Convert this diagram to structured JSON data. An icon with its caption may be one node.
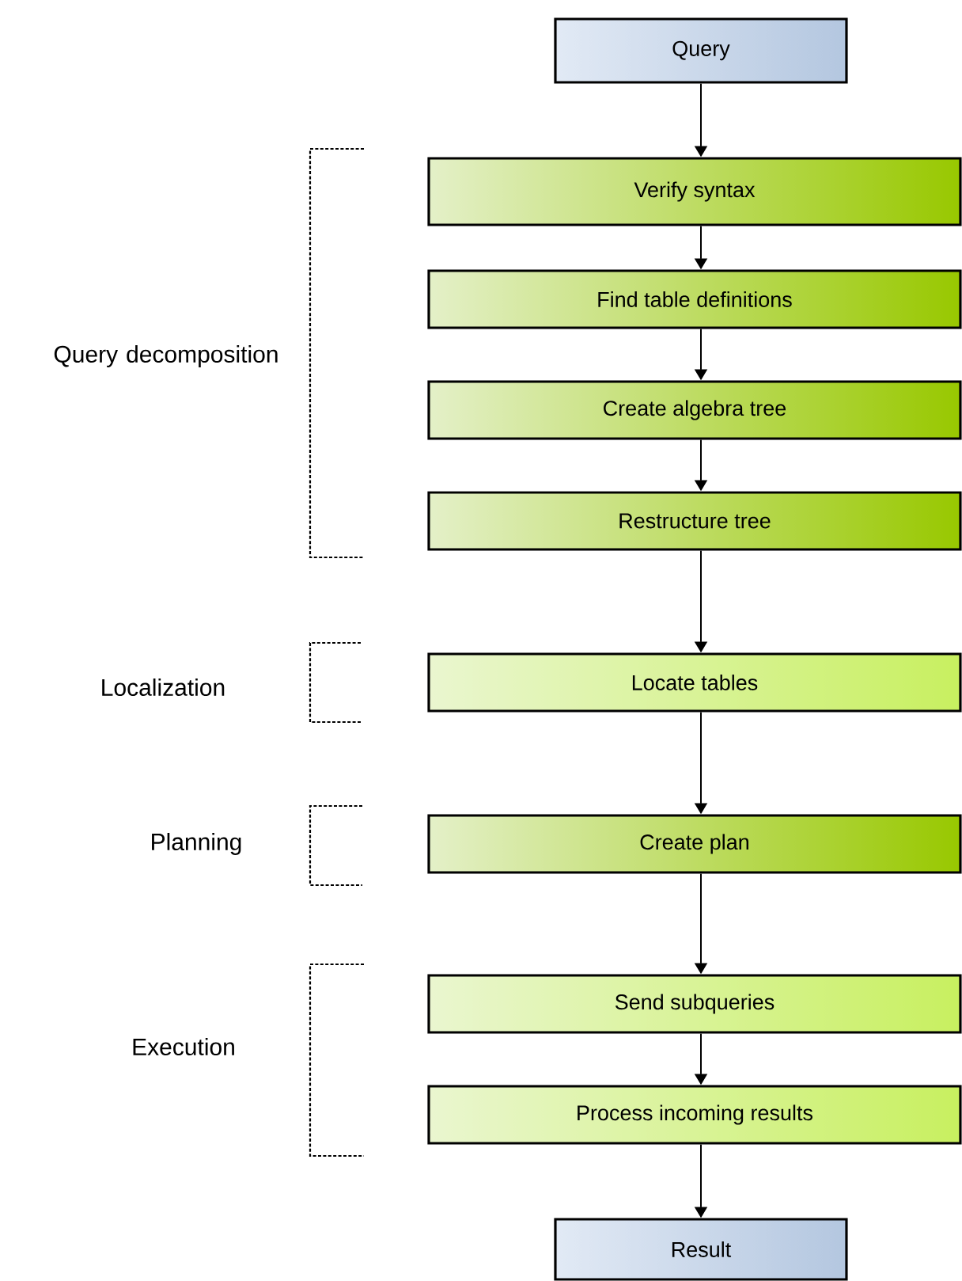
{
  "diagram": {
    "nodes": [
      {
        "text": [
          "Query"
        ]
      },
      {
        "text": [
          "Verify syntax"
        ]
      },
      {
        "text": [
          "Find table definitions"
        ]
      },
      {
        "text": [
          "Create algebra tree"
        ]
      },
      {
        "text": [
          "Restructure tree"
        ]
      },
      {
        "text": [
          "Locate tables"
        ]
      },
      {
        "text": [
          "Create plan"
        ]
      },
      {
        "text": [
          "Send subqueries"
        ]
      },
      {
        "text": [
          "Process incoming results"
        ]
      },
      {
        "text": [
          "Result"
        ]
      }
    ],
    "edges": [
      {
        "from": 0,
        "to": 1,
        "arrow": "to"
      },
      {
        "from": 1,
        "to": 2,
        "arrow": "to"
      },
      {
        "from": 2,
        "to": 3,
        "arrow": "to"
      },
      {
        "from": 3,
        "to": 4,
        "arrow": "to"
      },
      {
        "from": 4,
        "to": 5,
        "arrow": "to"
      },
      {
        "from": 5,
        "to": 6,
        "arrow": "to"
      },
      {
        "from": 6,
        "to": 7,
        "arrow": "to"
      },
      {
        "from": 7,
        "to": 8,
        "arrow": "to"
      },
      {
        "from": 8,
        "to": 9,
        "arrow": "to"
      }
    ],
    "labels": [
      "Query decomposition",
      "Localization",
      "Planning",
      "Execution"
    ]
  }
}
